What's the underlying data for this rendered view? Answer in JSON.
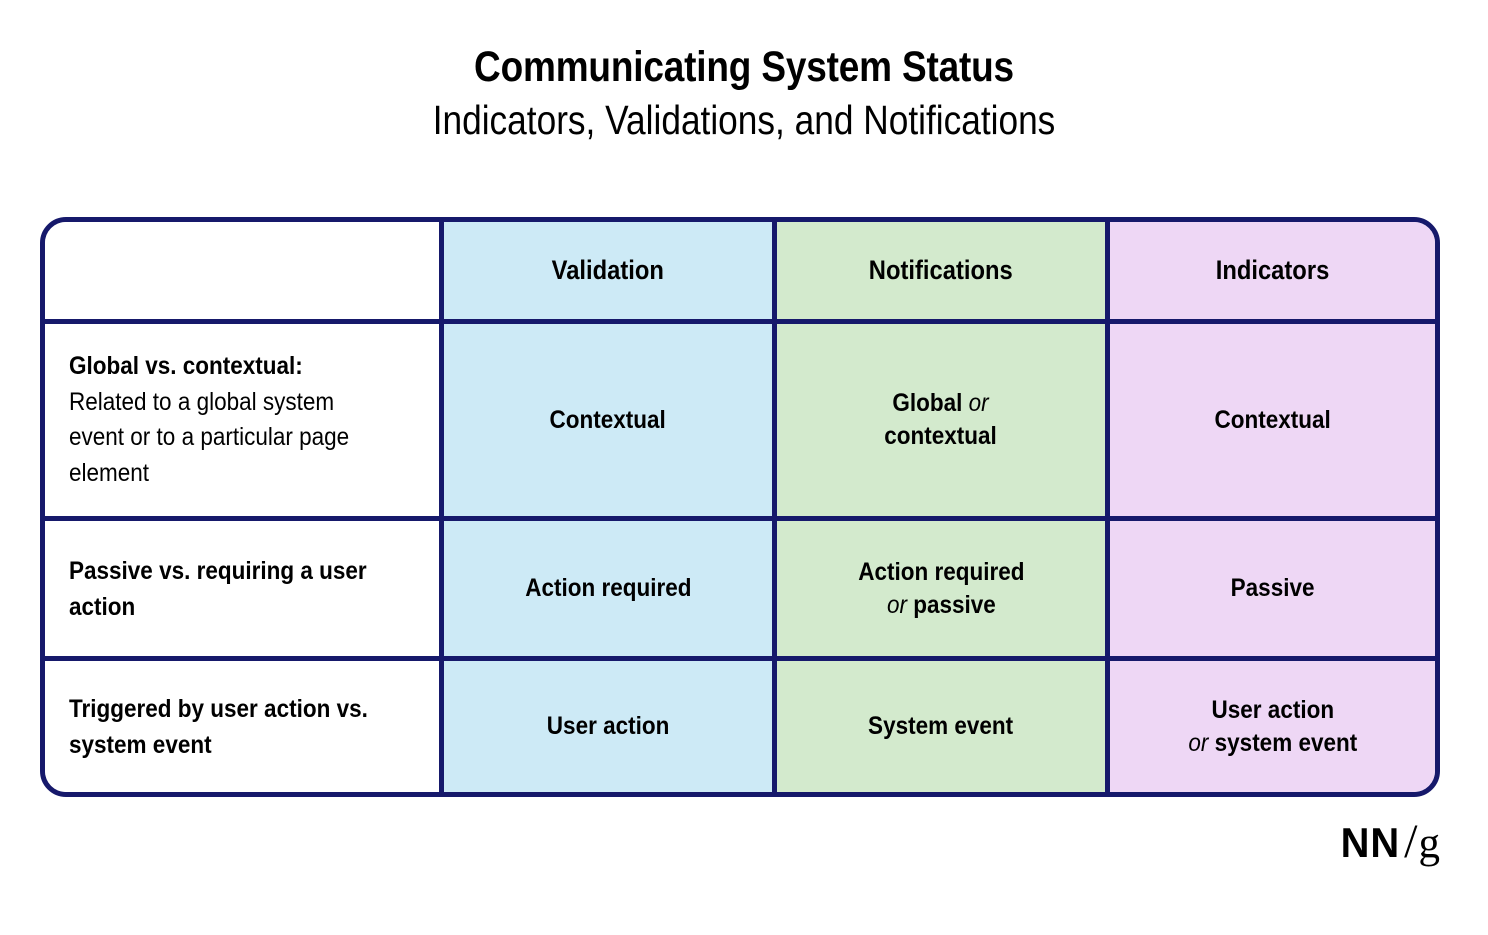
{
  "header": {
    "title": "Communicating System Status",
    "subtitle": "Indicators, Validations, and Notifications"
  },
  "logo": {
    "nn": "NN",
    "slash": "/",
    "g": "g"
  },
  "colors": {
    "border": "#16196b",
    "validation_bg": "#cdeaf6",
    "notifications_bg": "#d3eacd",
    "indicators_bg": "#eed7f5",
    "page_bg": "#ffffff",
    "text": "#000000"
  },
  "table": {
    "corner_label": "",
    "columns": [
      {
        "label": "Validation",
        "color_key": "validation_bg"
      },
      {
        "label": "Notifications",
        "color_key": "notifications_bg"
      },
      {
        "label": "Indicators",
        "color_key": "indicators_bg"
      }
    ],
    "rows": [
      {
        "label_lead": "Global vs. contextual:",
        "label_body": "Related to a global system event or to a particular page element",
        "cells": [
          {
            "line1": "Contextual",
            "or": "",
            "line2": ""
          },
          {
            "line1": "Global ",
            "or": "or",
            "line2": "contextual"
          },
          {
            "line1": "Contextual",
            "or": "",
            "line2": ""
          }
        ]
      },
      {
        "label_lead": "Passive vs. requiring a user action",
        "label_body": "",
        "cells": [
          {
            "line1": "Action required",
            "or": "",
            "line2": ""
          },
          {
            "line1": "Action required",
            "or": "or",
            "line2": "passive"
          },
          {
            "line1": "Passive",
            "or": "",
            "line2": ""
          }
        ]
      },
      {
        "label_lead": "Triggered by user action vs. system event",
        "label_body": "",
        "cells": [
          {
            "line1": "User action",
            "or": "",
            "line2": ""
          },
          {
            "line1": "System event",
            "or": "",
            "line2": ""
          },
          {
            "line1": "User action",
            "or": "or",
            "line2": "system event"
          }
        ]
      }
    ]
  }
}
